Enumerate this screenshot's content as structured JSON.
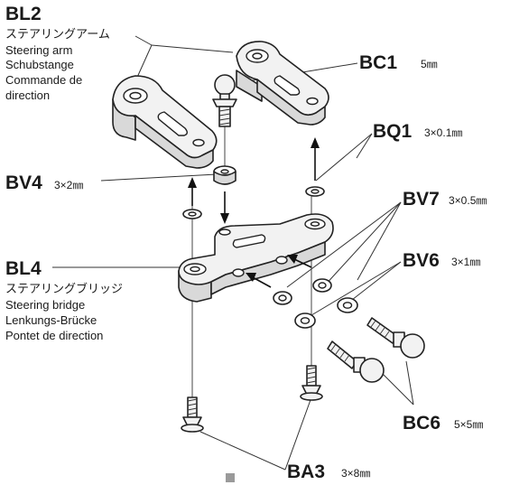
{
  "labels": {
    "bl2": {
      "code": "BL2",
      "jp": "ステアリングアーム",
      "en": "Steering arm",
      "de": "Schubstange",
      "fr": "Commande de",
      "fr2": "direction"
    },
    "bc1": {
      "code": "BC1",
      "spec": "5㎜"
    },
    "bq1": {
      "code": "BQ1",
      "spec": "3×0.1㎜"
    },
    "bv4": {
      "code": "BV4",
      "spec": "3×2㎜"
    },
    "bv7": {
      "code": "BV7",
      "spec": "3×0.5㎜"
    },
    "bl4": {
      "code": "BL4",
      "jp": "ステアリングブリッジ",
      "en": "Steering bridge",
      "de": "Lenkungs-Brücke",
      "fr": "Pontet de direction"
    },
    "bv6": {
      "code": "BV6",
      "spec": "3×1㎜"
    },
    "bc6": {
      "code": "BC6",
      "spec": "5×5㎜"
    },
    "ba3": {
      "code": "BA3",
      "spec": "3×8㎜"
    }
  }
}
